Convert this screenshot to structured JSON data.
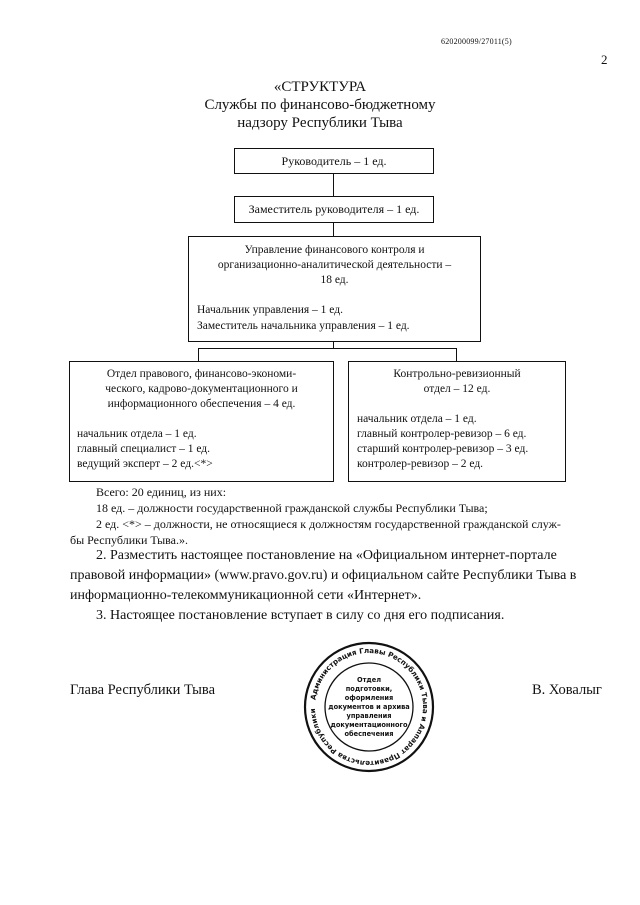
{
  "header": {
    "doc_code": "620200099/27011(5)",
    "page_number": "2"
  },
  "title": {
    "line1": "«СТРУКТУРА",
    "line2": "Службы по финансово-бюджетному",
    "line3": "надзору Республики Тыва"
  },
  "org_chart": {
    "head": "Руководитель – 1 ед.",
    "deputy": "Заместитель руководителя – 1 ед.",
    "department": {
      "name_line1": "Управление финансового контроля и",
      "name_line2": "организационно-аналитической деятельности –",
      "name_line3": "18 ед.",
      "staff_line1": "Начальник управления – 1 ед.",
      "staff_line2": "Заместитель начальника управления – 1 ед."
    },
    "legal_division": {
      "name_line1": "Отдел правового, финансово-экономи-",
      "name_line2": "ческого, кадрово-документационного и",
      "name_line3": "информационного обеспечения – 4 ед.",
      "staff_line1": "начальник отдела – 1 ед.",
      "staff_line2": "главный специалист – 1 ед.",
      "staff_line3": "ведущий эксперт – 2 ед.<*>"
    },
    "audit_division": {
      "name_line1": "Контрольно-ревизионный",
      "name_line2": "отдел – 12 ед.",
      "staff_line1": "начальник отдела – 1 ед.",
      "staff_line2": "главный контролер-ревизор – 6 ед.",
      "staff_line3": "старший контролер-ревизор – 3 ед.",
      "staff_line4": "контролер-ревизор – 2 ед."
    }
  },
  "totals": {
    "line1": "Всего: 20 единиц, из них:",
    "line2": "18 ед. – должности государственной гражданской службы Республики Тыва;",
    "line3": "2 ед. <*> – должности, не относящиеся к должностям государственной гражданской служ-",
    "line4": "бы Республики Тыва.»."
  },
  "paragraphs": {
    "p2_line1": "2. Разместить настоящее постановление на «Официальном интернет-портале",
    "p2_line2": "правовой информации» (www.pravo.gov.ru) и официальном сайте Республики Тыва в",
    "p2_line3": "информационно-телекоммуникационной сети «Интернет».",
    "p3_line1": "3. Настоящее постановление вступает в силу со дня его подписания."
  },
  "signature": {
    "position": "Глава Республики Тыва",
    "name": "В. Ховалыг"
  },
  "seal": {
    "outer_text": "Администрация Главы Республики Тыва и Аппарат Правительства Республики Тыва",
    "inner_line1": "Отдел",
    "inner_line2": "подготовки,",
    "inner_line3": "оформления",
    "inner_line4": "документов и архива",
    "inner_line5": "управления",
    "inner_line6": "документационного",
    "inner_line7": "обеспечения"
  }
}
